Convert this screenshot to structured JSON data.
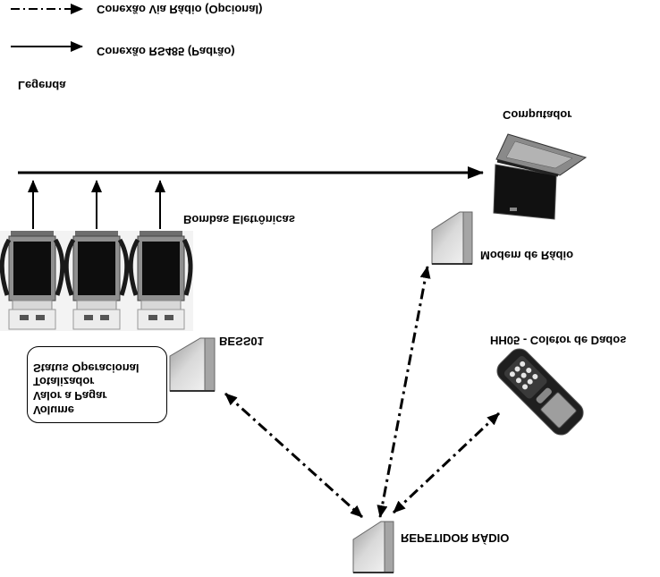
{
  "legend": {
    "title": "Legenda",
    "radio_label": "Conexão Via Rádio (Opcional)",
    "rs485_label": "Conexão RS485 (Padrão)"
  },
  "nodes": {
    "computer": "Computador",
    "pumps": "Bombas Eletrônicas",
    "modem": "Modem de Rádio",
    "bess": "BESS01",
    "collector": "HH05 - Coletor de Dados",
    "repeater": "REPETIDOR RÁDIO"
  },
  "status_box": {
    "lines": [
      "Status Operacional",
      "Totalizador",
      "Valor a Pagar",
      "Volume"
    ]
  },
  "colors": {
    "line": "#000000",
    "device_gray": "#b8b8b8",
    "screen": "#0d0d0d"
  }
}
